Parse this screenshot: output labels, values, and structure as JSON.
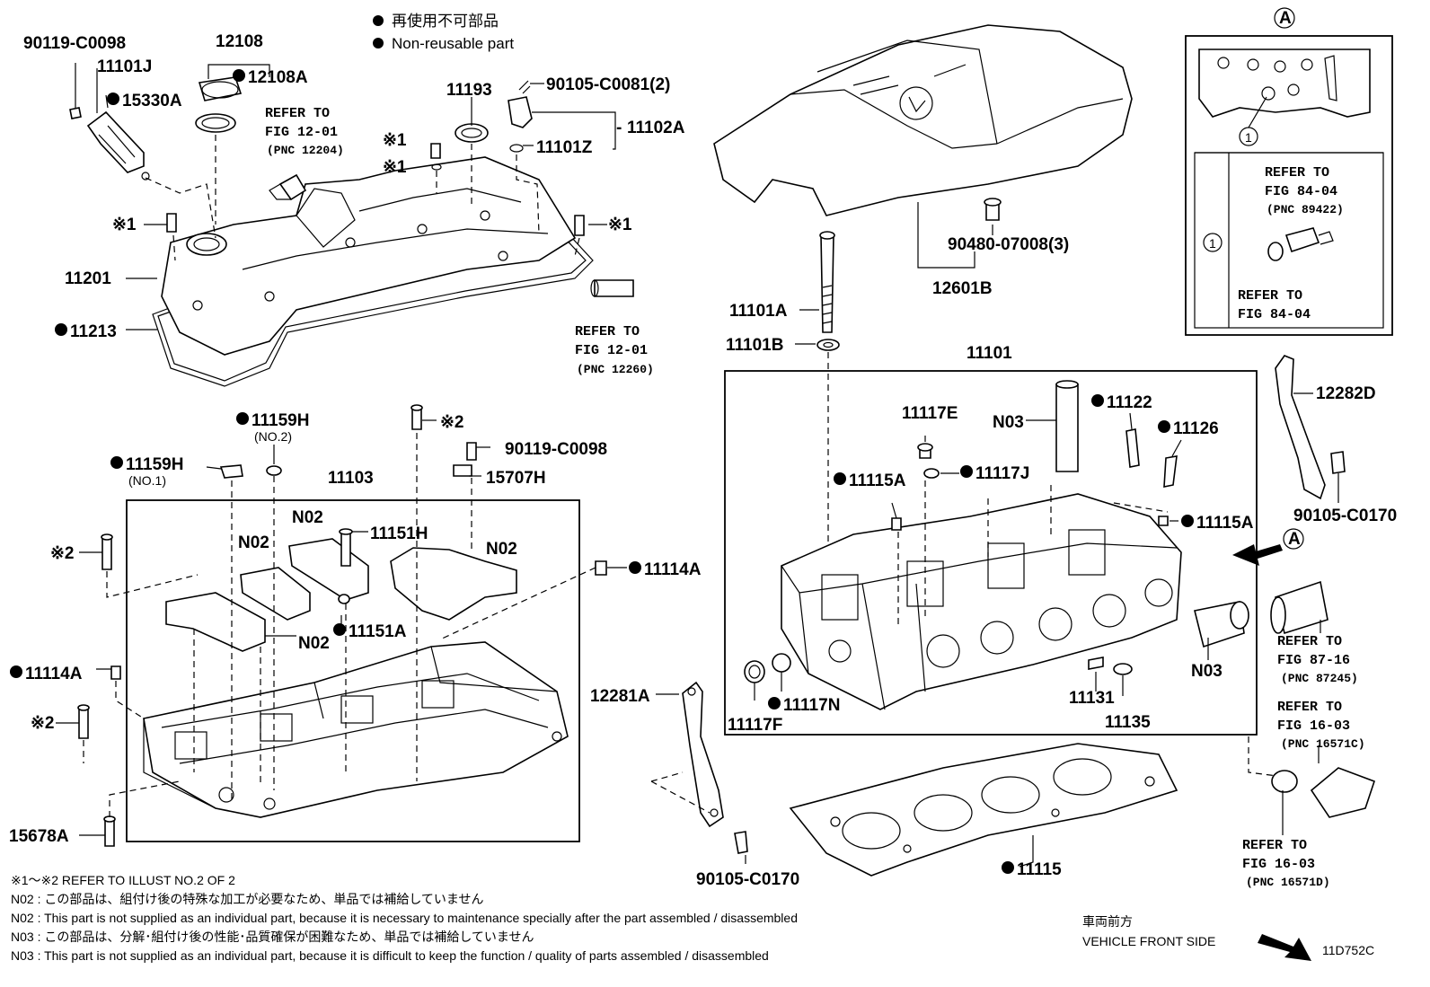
{
  "legend": {
    "jp": "再使用不可部品",
    "en": "Non-reusable part"
  },
  "labels": {
    "p90119_c0098_top": "90119-C0098",
    "p11101J": "11101J",
    "p15330A": "15330A",
    "p12108": "12108",
    "p12108A": "12108A",
    "p11193": "11193",
    "p90105_c0081": "90105-C0081(2)",
    "p11102A": "11102A",
    "p11101Z": "11101Z",
    "p11201": "11201",
    "p11213": "11213",
    "p12601B": "12601B",
    "p90480_07008": "90480-07008(3)",
    "p11101A": "11101A",
    "p11101B": "11101B",
    "p11101": "11101",
    "p12282D": "12282D",
    "p90105_c0170_r": "90105-C0170",
    "p11159H_no2": "11159H",
    "no2_paren": "(NO.2)",
    "p11159H_no1": "11159H",
    "no1_paren": "(NO.1)",
    "p11103": "11103",
    "p90119_c0098_mid": "90119-C0098",
    "p15707H": "15707H",
    "n02_a": "N02",
    "n02_b": "N02",
    "n02_c": "N02",
    "n02_d": "N02",
    "p11151H": "11151H",
    "p11151A": "11151A",
    "p11114A_r": "11114A",
    "p11114A_l": "11114A",
    "p15678A": "15678A",
    "p11117E": "11117E",
    "p11117J": "11117J",
    "n03_top": "N03",
    "p11122": "11122",
    "p11126": "11126",
    "p11115A_l": "11115A",
    "p11115A_r": "11115A",
    "n03_right": "N03",
    "p11117N": "11117N",
    "p11117F": "11117F",
    "p11131": "11131",
    "p11135": "11135",
    "p12281A": "12281A",
    "p90105_c0170_b": "90105-C0170",
    "p11115": "11115",
    "marker_a": "A",
    "marker_1": "1",
    "x1": "※1",
    "x2": "※2",
    "diagram_code": "11D752C"
  },
  "refs": {
    "fig1201_a": {
      "l1": "REFER TO",
      "l2": "FIG 12-01",
      "l3": "(PNC 12204)"
    },
    "fig1201_b": {
      "l1": "REFER TO",
      "l2": "FIG 12-01",
      "l3": "(PNC 12260)"
    },
    "fig8404_a": {
      "l1": "REFER TO",
      "l2": "FIG 84-04",
      "l3": "(PNC 89422)"
    },
    "fig8404_b": {
      "l1": "REFER TO",
      "l2": "FIG 84-04"
    },
    "fig8716": {
      "l1": "REFER TO",
      "l2": "FIG 87-16",
      "l3": "(PNC 87245)"
    },
    "fig1603_a": {
      "l1": "REFER TO",
      "l2": "FIG 16-03",
      "l3": "(PNC 16571C)"
    },
    "fig1603_b": {
      "l1": "REFER TO",
      "l2": "FIG 16-03",
      "l3": "(PNC 16571D)"
    }
  },
  "notes": {
    "n1": "※1～※2  REFER TO ILLUST NO.2 OF 2",
    "n2": "N02 : この部品は、組付け後の特殊な加工が必要なため、単品では補給していません",
    "n3": "N02 : This part is not supplied as an individual part, because it is necessary to maintenance specially after the part assembled / disassembled",
    "n4": "N03 : この部品は、分解･組付け後の性能･品質確保が困難なため、単品では補給していません",
    "n5": "N03 : This part is not supplied as an individual part, because it is difficult to keep the function / quality of parts  assembled / disassembled"
  },
  "front": {
    "jp": "車両前方",
    "en": "VEHICLE FRONT SIDE"
  }
}
